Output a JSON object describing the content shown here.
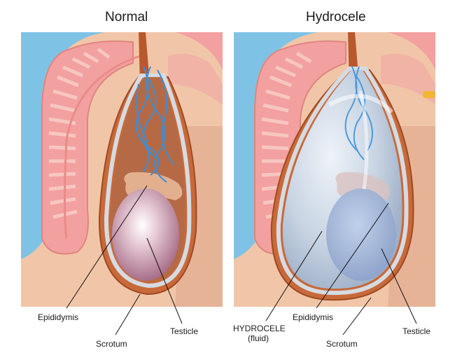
{
  "panels": [
    {
      "title": "Normal",
      "labels": {
        "epididymis": "Epididymis",
        "scrotum": "Scrotum",
        "testicle": "Testicle"
      }
    },
    {
      "title": "Hydrocele",
      "labels": {
        "hydrocele_line1": "HYDROCELE",
        "hydrocele_line2": "(fluid)",
        "epididymis": "Epididymis",
        "scrotum": "Scrotum",
        "testicle": "Testicle"
      }
    }
  ],
  "colors": {
    "background_sky": "#7ec3e6",
    "skin": "#f1c6a8",
    "skin_dark": "#e7a987",
    "muscle_pink": "#f3a0a0",
    "scrotum_wall": "#b9572e",
    "tunica_silver": "#d6dbe2",
    "testicle": "#c9a0b4",
    "epididymis": "#d8a58a",
    "vessels": "#3a8fd8",
    "fluid": "#c9d6e6",
    "leader_line": "#111111"
  }
}
